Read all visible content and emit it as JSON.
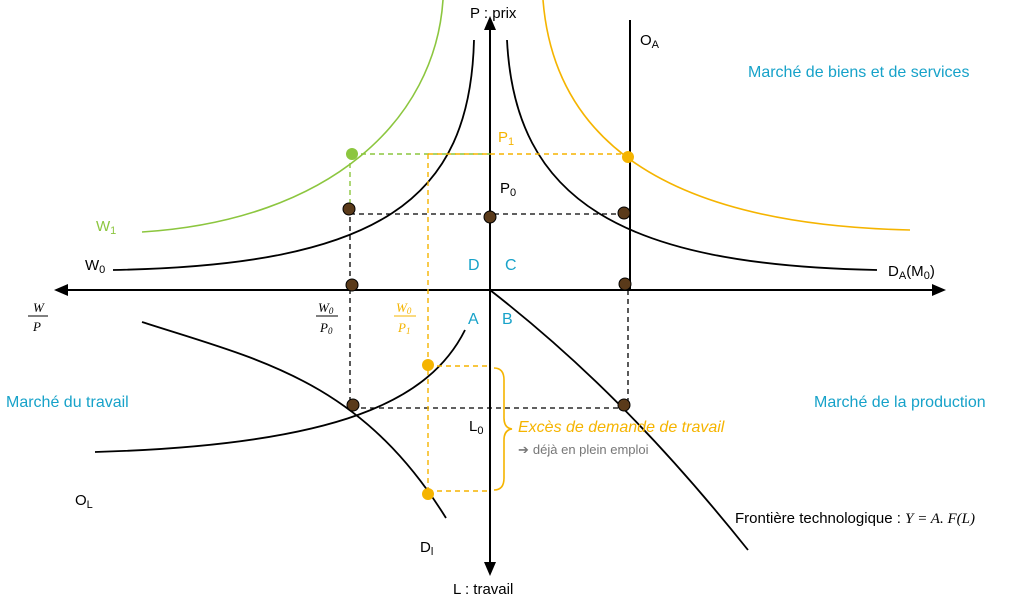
{
  "axes": {
    "top": "P : prix",
    "bottom": "L : travail",
    "left_num": "W",
    "left_den": "P"
  },
  "markets": {
    "goods": "Marché de biens et de services",
    "labour": "Marché du travail",
    "production": "Marché de la production"
  },
  "quadrants": {
    "a": "A",
    "b": "B",
    "c": "C",
    "d": "D"
  },
  "curves": {
    "oa_main": "O",
    "oa_sub": "A",
    "da_main": "D",
    "da_sub": "A",
    "da_tail": "(M",
    "da_tail_sub": "0",
    "da_close": ")",
    "w0_main": "W",
    "w0_sub": "0",
    "w1_main": "W",
    "w1_sub": "1",
    "ol_main": "O",
    "ol_sub": "L",
    "dl_main": "D",
    "dl_sub": "l"
  },
  "levels": {
    "p0_main": "P",
    "p0_sub": "0",
    "p1_main": "P",
    "p1_sub": "1",
    "l0_main": "L",
    "l0_sub": "0",
    "ratio0_num_main": "W",
    "ratio0_num_sub": "0",
    "ratio0_den_main": "P",
    "ratio0_den_sub": "0",
    "ratio1_num_main": "W",
    "ratio1_num_sub": "0",
    "ratio1_den_main": "P",
    "ratio1_den_sub": "1"
  },
  "annotations": {
    "excess": "Excès de demande de travail",
    "arrow": "➔",
    "full_employment": "déjà en plein emploi",
    "frontier_text": "Frontière technologique : ",
    "frontier_formula": "Y = A. F(L)"
  },
  "colors": {
    "black": "#000000",
    "green": "#8cc63f",
    "orange": "#f5b400",
    "cyan": "#17a2c9",
    "dot": "#5a3a1a"
  }
}
